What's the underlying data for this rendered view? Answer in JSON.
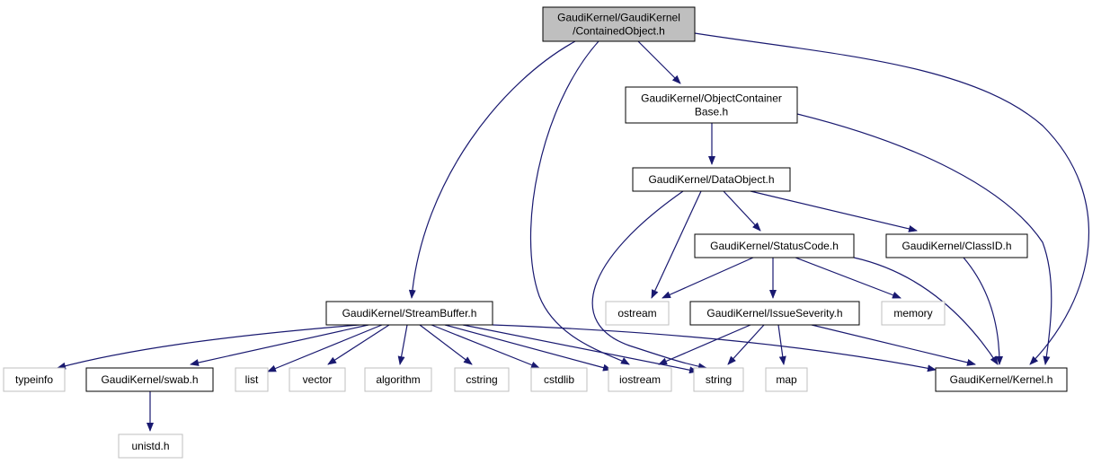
{
  "colors": {
    "edge": "#191970",
    "root_fill": "#bfbfbf",
    "root_stroke": "#000000",
    "header_stroke": "#000000",
    "system_stroke": "#bfbfbf",
    "system_text": "#000000"
  },
  "nodes": [
    {
      "id": "contained",
      "lines": [
        "GaudiKernel/GaudiKernel",
        "/ContainedObject.h"
      ],
      "kind": "root"
    },
    {
      "id": "objcont",
      "lines": [
        "GaudiKernel/ObjectContainer",
        "Base.h"
      ],
      "kind": "header"
    },
    {
      "id": "dataobj",
      "lines": [
        "GaudiKernel/DataObject.h"
      ],
      "kind": "header"
    },
    {
      "id": "statuscode",
      "lines": [
        "GaudiKernel/StatusCode.h"
      ],
      "kind": "header"
    },
    {
      "id": "classid",
      "lines": [
        "GaudiKernel/ClassID.h"
      ],
      "kind": "header"
    },
    {
      "id": "streambuffer",
      "lines": [
        "GaudiKernel/StreamBuffer.h"
      ],
      "kind": "header"
    },
    {
      "id": "issueseverity",
      "lines": [
        "GaudiKernel/IssueSeverity.h"
      ],
      "kind": "header"
    },
    {
      "id": "ostream",
      "lines": [
        "ostream"
      ],
      "kind": "system"
    },
    {
      "id": "memory",
      "lines": [
        "memory"
      ],
      "kind": "system"
    },
    {
      "id": "typeinfo",
      "lines": [
        "typeinfo"
      ],
      "kind": "system"
    },
    {
      "id": "swab",
      "lines": [
        "GaudiKernel/swab.h"
      ],
      "kind": "header"
    },
    {
      "id": "list",
      "lines": [
        "list"
      ],
      "kind": "system"
    },
    {
      "id": "vector",
      "lines": [
        "vector"
      ],
      "kind": "system"
    },
    {
      "id": "algorithm",
      "lines": [
        "algorithm"
      ],
      "kind": "system"
    },
    {
      "id": "cstring",
      "lines": [
        "cstring"
      ],
      "kind": "system"
    },
    {
      "id": "cstdlib",
      "lines": [
        "cstdlib"
      ],
      "kind": "system"
    },
    {
      "id": "iostream",
      "lines": [
        "iostream"
      ],
      "kind": "system"
    },
    {
      "id": "string",
      "lines": [
        "string"
      ],
      "kind": "system"
    },
    {
      "id": "map",
      "lines": [
        "map"
      ],
      "kind": "system"
    },
    {
      "id": "kernel",
      "lines": [
        "GaudiKernel/Kernel.h"
      ],
      "kind": "header"
    },
    {
      "id": "unistd",
      "lines": [
        "unistd.h"
      ],
      "kind": "system"
    }
  ],
  "edges": [
    {
      "from": "contained",
      "to": "objcont"
    },
    {
      "from": "contained",
      "to": "streambuffer"
    },
    {
      "from": "contained",
      "to": "iostream"
    },
    {
      "from": "contained",
      "to": "kernel"
    },
    {
      "from": "objcont",
      "to": "dataobj"
    },
    {
      "from": "objcont",
      "to": "kernel"
    },
    {
      "from": "dataobj",
      "to": "statuscode"
    },
    {
      "from": "dataobj",
      "to": "classid"
    },
    {
      "from": "dataobj",
      "to": "ostream"
    },
    {
      "from": "dataobj",
      "to": "string"
    },
    {
      "from": "statuscode",
      "to": "ostream"
    },
    {
      "from": "statuscode",
      "to": "issueseverity"
    },
    {
      "from": "statuscode",
      "to": "memory"
    },
    {
      "from": "statuscode",
      "to": "kernel"
    },
    {
      "from": "classid",
      "to": "kernel"
    },
    {
      "from": "issueseverity",
      "to": "iostream"
    },
    {
      "from": "issueseverity",
      "to": "string"
    },
    {
      "from": "issueseverity",
      "to": "map"
    },
    {
      "from": "issueseverity",
      "to": "kernel"
    },
    {
      "from": "streambuffer",
      "to": "typeinfo"
    },
    {
      "from": "streambuffer",
      "to": "swab"
    },
    {
      "from": "streambuffer",
      "to": "list"
    },
    {
      "from": "streambuffer",
      "to": "vector"
    },
    {
      "from": "streambuffer",
      "to": "algorithm"
    },
    {
      "from": "streambuffer",
      "to": "cstring"
    },
    {
      "from": "streambuffer",
      "to": "cstdlib"
    },
    {
      "from": "streambuffer",
      "to": "iostream"
    },
    {
      "from": "streambuffer",
      "to": "string"
    },
    {
      "from": "streambuffer",
      "to": "kernel"
    },
    {
      "from": "swab",
      "to": "unistd"
    }
  ]
}
